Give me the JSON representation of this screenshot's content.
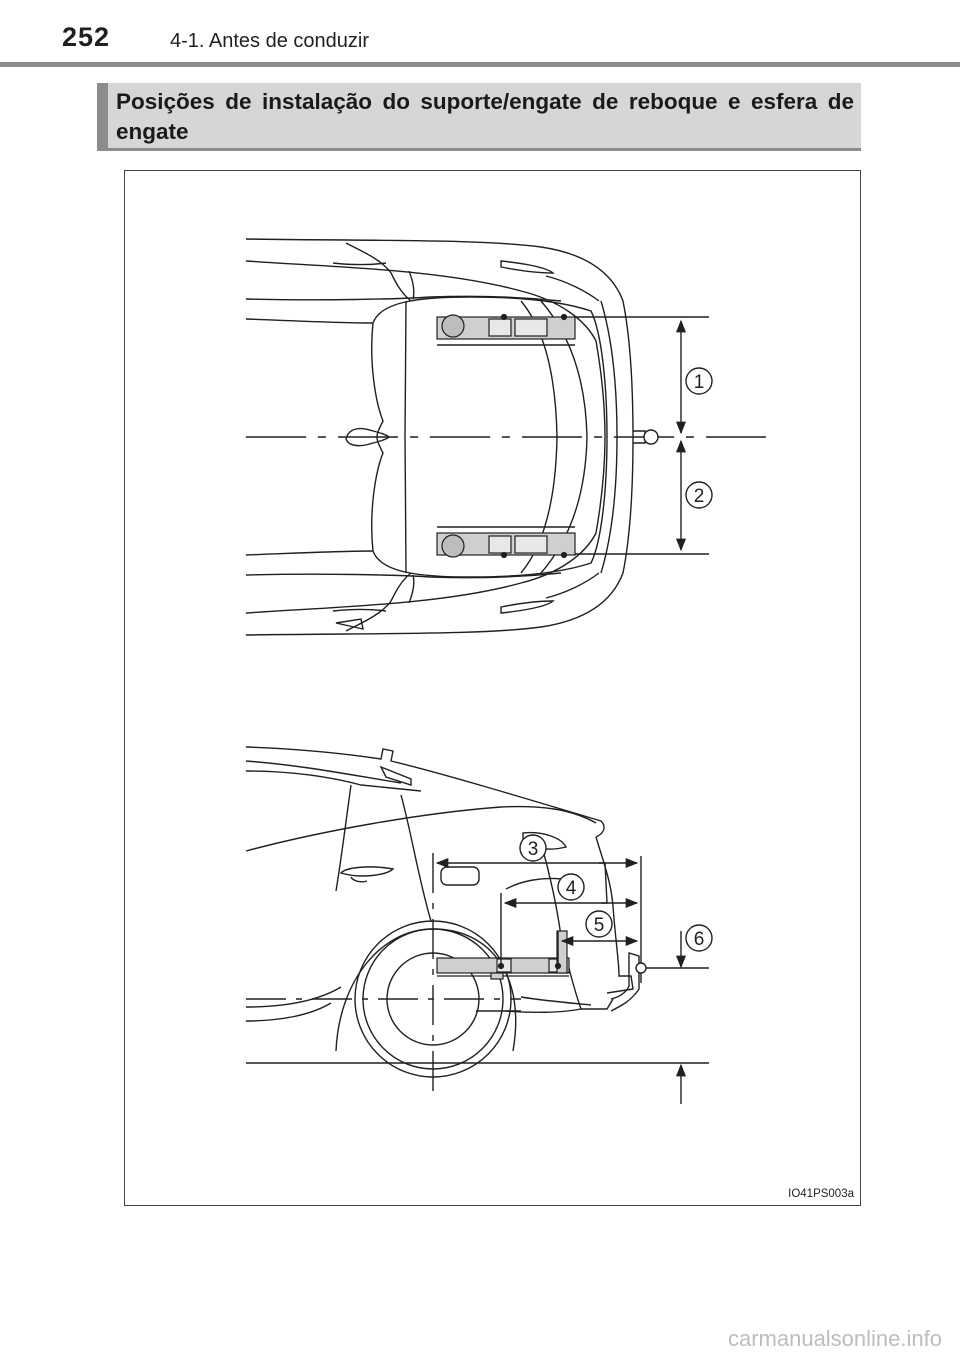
{
  "header": {
    "page_number": "252",
    "section": "4-1. Antes de conduzir"
  },
  "heading": {
    "text": "Posições de instalação do suporte/engate de reboque e esfera de engate"
  },
  "figure": {
    "code": "IO41PS003a",
    "callouts": [
      "1",
      "2",
      "3",
      "4",
      "5",
      "6"
    ]
  },
  "footer": {
    "watermark": "carmanualsonline.info"
  }
}
